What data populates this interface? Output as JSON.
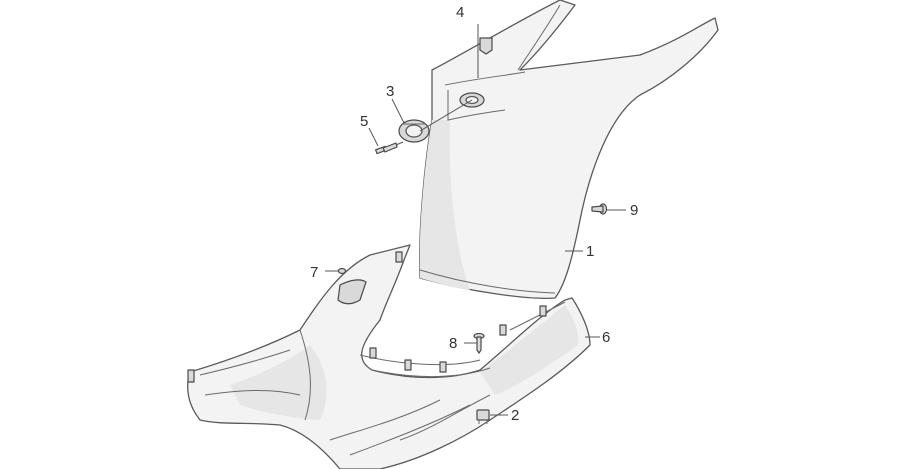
{
  "callouts": {
    "p1": "1",
    "p2": "2",
    "p3": "3",
    "p4": "4",
    "p5": "5",
    "p6": "6",
    "p7": "7",
    "p8": "8",
    "p9": "9"
  }
}
